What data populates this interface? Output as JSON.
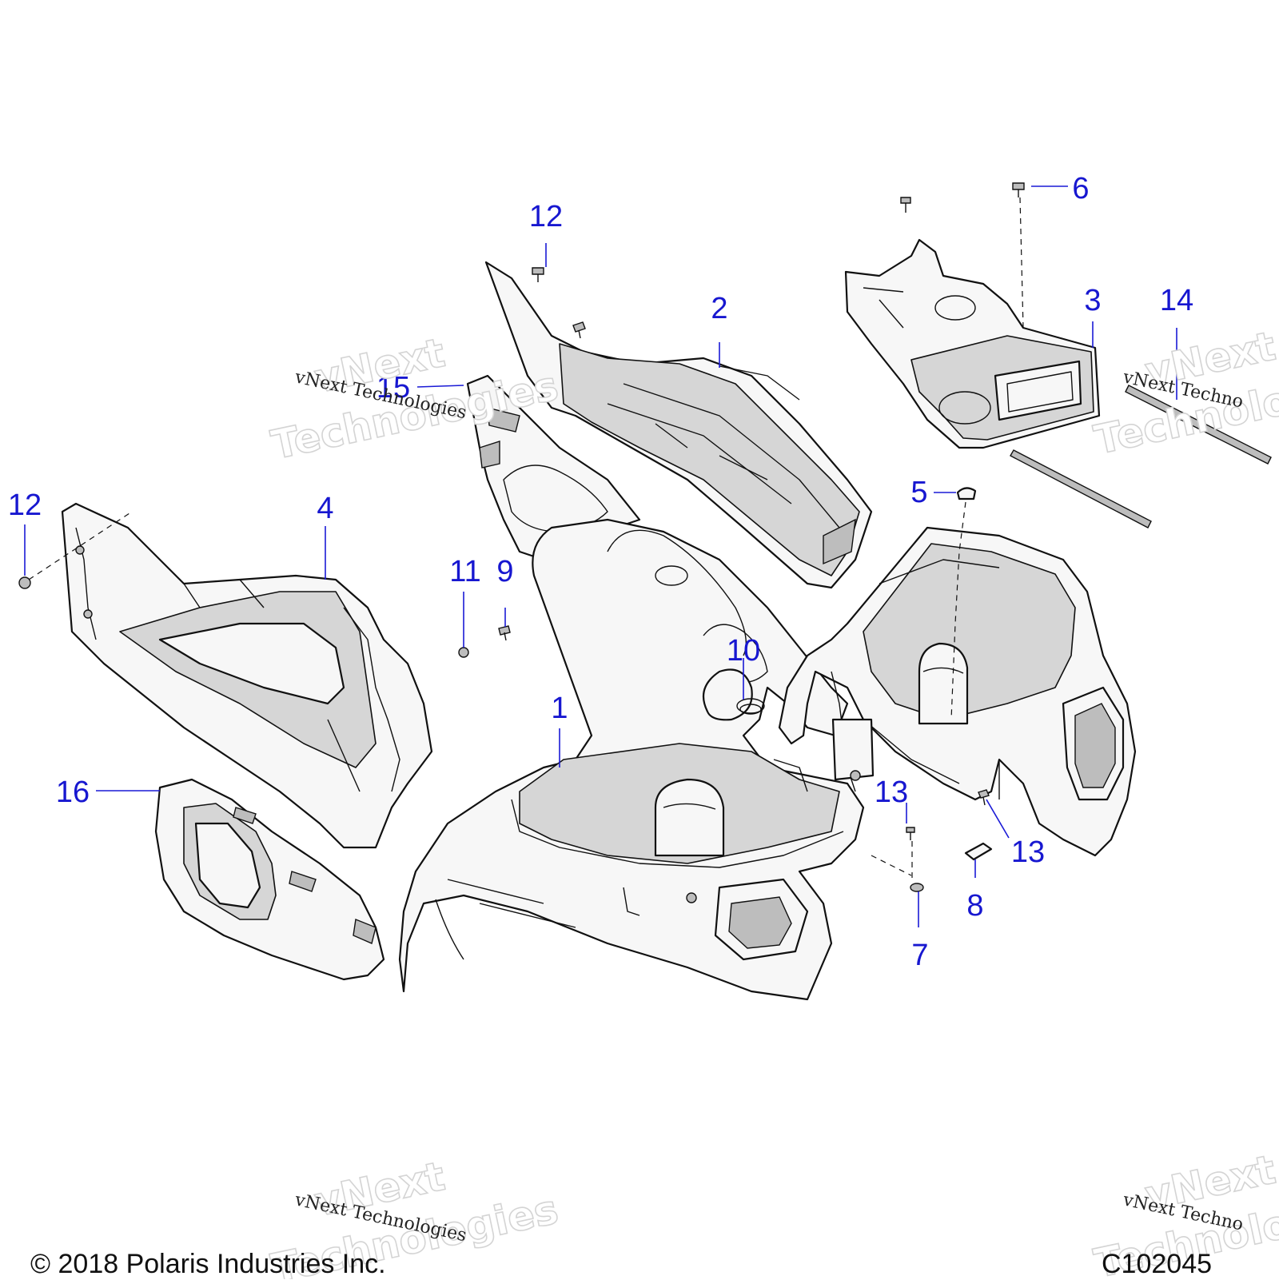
{
  "diagram": {
    "callouts": [
      {
        "id": "c1",
        "label": "1"
      },
      {
        "id": "c2",
        "label": "2"
      },
      {
        "id": "c3",
        "label": "3"
      },
      {
        "id": "c4",
        "label": "4"
      },
      {
        "id": "c5",
        "label": "5"
      },
      {
        "id": "c6",
        "label": "6"
      },
      {
        "id": "c7",
        "label": "7"
      },
      {
        "id": "c8",
        "label": "8"
      },
      {
        "id": "c9",
        "label": "9"
      },
      {
        "id": "c10",
        "label": "10"
      },
      {
        "id": "c11",
        "label": "11"
      },
      {
        "id": "c12a",
        "label": "12"
      },
      {
        "id": "c12b",
        "label": "12"
      },
      {
        "id": "c13a",
        "label": "13"
      },
      {
        "id": "c13b",
        "label": "13"
      },
      {
        "id": "c14",
        "label": "14"
      },
      {
        "id": "c15",
        "label": "15"
      },
      {
        "id": "c16",
        "label": "16"
      }
    ],
    "callout_color": "#1717d0",
    "line_color": "#111111"
  },
  "watermark": {
    "large_line1": "vNext",
    "large_line2": "Technologies",
    "small": "vNext Technologies",
    "small_cut": "vNext Techno"
  },
  "footer": {
    "copyright": "© 2018 Polaris Industries Inc.",
    "drawing_number": "C102045"
  }
}
